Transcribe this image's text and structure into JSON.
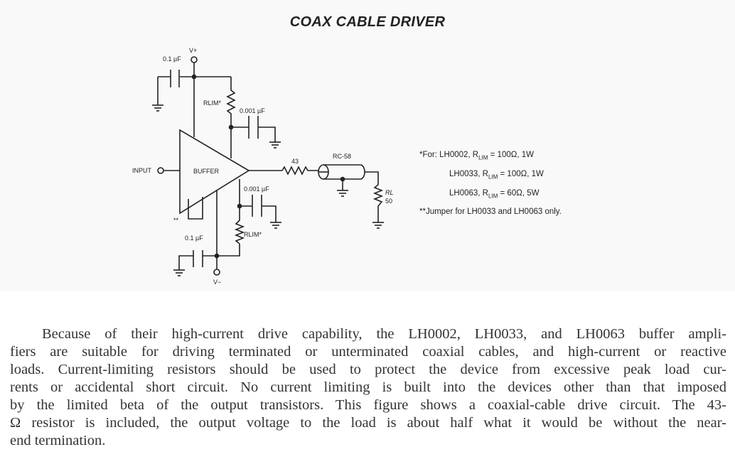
{
  "title": "COAX CABLE DRIVER",
  "schematic": {
    "v_plus": "V+",
    "v_minus": "V−",
    "cap_top_bypass": "0.1 µF",
    "cap_bottom_bypass": "0.1 µF",
    "cap_top_small": "0.001 µF",
    "cap_bottom_small": "0.001 µF",
    "rlim_top": "RLIM*",
    "rlim_bottom": "RLIM*",
    "input": "INPUT",
    "buffer": "BUFFER",
    "series_resistor": "43",
    "cable": "RC-58",
    "load_label": "RL",
    "load_value": "50",
    "jumper": "**"
  },
  "notes": {
    "line1_prefix": "*For: LH0002, R",
    "line1_value": " = 100Ω, 1W",
    "line2_prefix": "LH0033, R",
    "line2_value": " = 100Ω, 1W",
    "line3_prefix": "LH0063, R",
    "line3_value": " = 60Ω, 5W",
    "sub": "LIM",
    "line4": "**Jumper for LH0033 and LH0063 only."
  },
  "paragraph": [
    "Because of their high-current drive capability, the LH0002, LH0033, and LH0063 buffer ampli-",
    "fiers are suitable for driving terminated or unterminated coaxial cables, and high-current or reactive",
    "loads. Current-limiting resistors should be used to protect the device from excessive peak load cur-",
    "rents or accidental short circuit. No current limiting is built into the devices other than that imposed",
    "by the limited beta of the output transistors. This figure shows a coaxial-cable drive circuit. The 43-",
    "Ω resistor is included, the output voltage to the load is about half what it would be without the near-",
    "end termination."
  ]
}
